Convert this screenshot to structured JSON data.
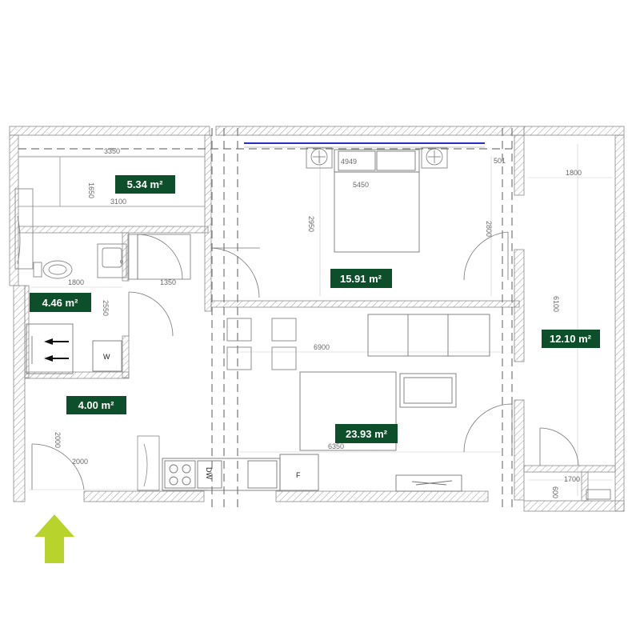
{
  "colors": {
    "label_bg": "#0d4f2a",
    "label_text": "#ffffff",
    "arrow": "#b8d32b",
    "wall_hatch": "#9a9a9a",
    "window_line": "#2b2bc8"
  },
  "rooms": [
    {
      "id": "storage",
      "area": "5.34 m²"
    },
    {
      "id": "bathroom",
      "area": "4.46 m²"
    },
    {
      "id": "hall",
      "area": "4.00 m²"
    },
    {
      "id": "bedroom",
      "area": "15.91 m²"
    },
    {
      "id": "living",
      "area": "23.93 m²"
    },
    {
      "id": "balcony",
      "area": "12.10 m²"
    }
  ],
  "dimensions": {
    "d3350": "3350",
    "d1650": "1650",
    "d3100": "3100",
    "d1800a": "1800",
    "d1350": "1350",
    "d2550": "2550",
    "d2000v": "2000",
    "d2000h": "2000",
    "d4949": "4949",
    "d5450": "5450",
    "d2950": "2950",
    "d2800": "2800",
    "d501": "501",
    "d6900": "6900",
    "d6350": "6350",
    "d1800b": "1800",
    "d6100": "6100",
    "d1700": "1700",
    "d600": "600"
  },
  "appliances": {
    "washer": "W",
    "dishwasher": "DW",
    "fridge": "F"
  },
  "entrance": {
    "icon": "entrance-arrow-icon"
  }
}
